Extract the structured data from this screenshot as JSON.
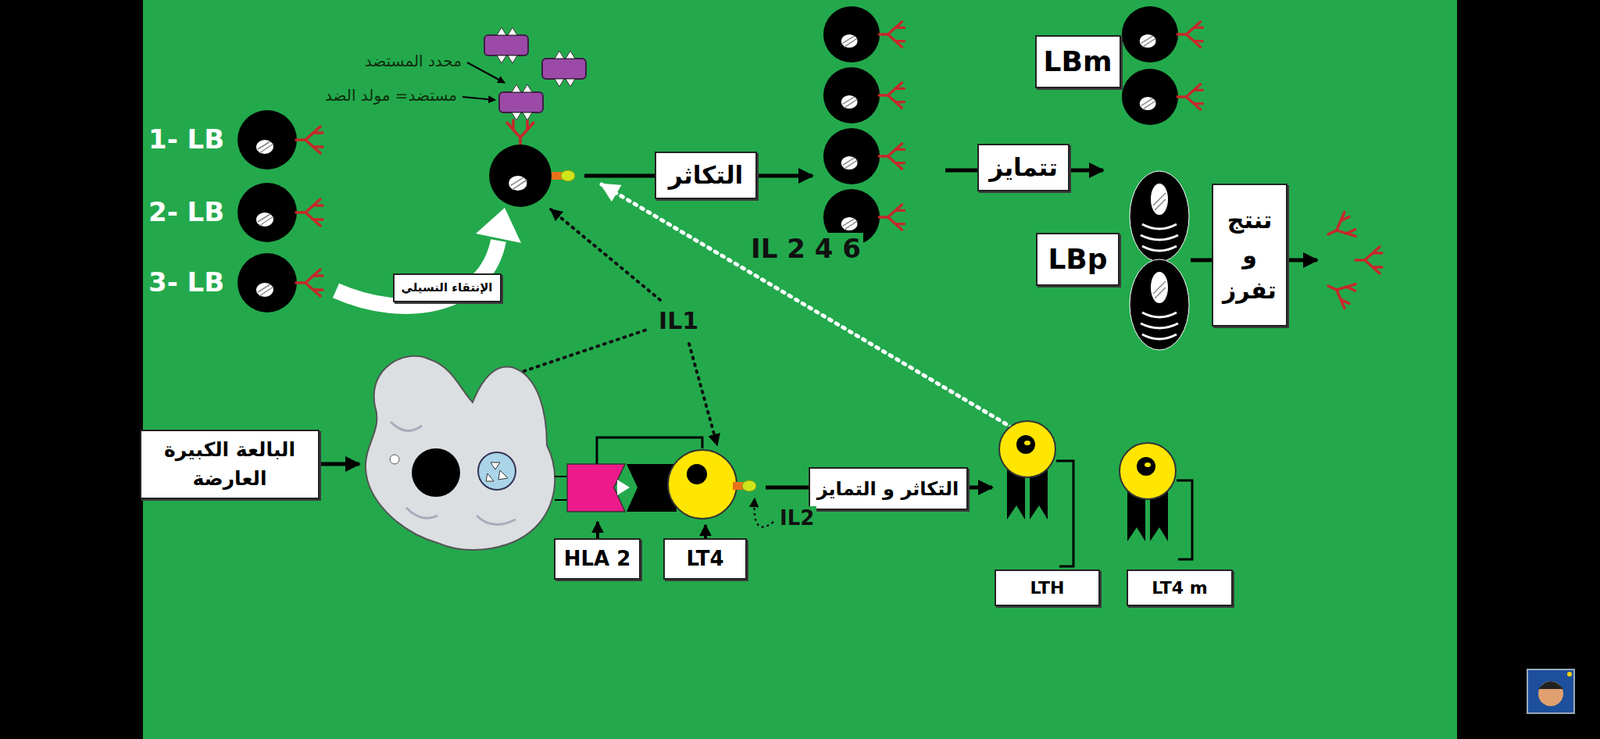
{
  "diagram": {
    "nodes": [
      {
        "text": [
          "الإنتقاء النسيلي"
        ]
      },
      {
        "text": [
          "التكاثر"
        ]
      },
      {
        "text": [
          "تتمايز"
        ]
      },
      {
        "text": [
          "LBm"
        ]
      },
      {
        "text": [
          "LBp"
        ]
      },
      {
        "text": [
          "تنتج و تفرز"
        ]
      },
      {
        "text": [
          "البالعة الكبيرة العارضة"
        ]
      },
      {
        "text": [
          "HLA 2"
        ]
      },
      {
        "text": [
          "LT4"
        ]
      },
      {
        "text": [
          "التكاثر و التمايز"
        ]
      },
      {
        "text": [
          "LTH"
        ]
      },
      {
        "text": [
          "LT4 m"
        ]
      }
    ],
    "labels": [
      "1- LB",
      "2- LB",
      "3- LB",
      "محدد المستضد",
      "مستضد= مولد الضد",
      "IL1",
      "IL 2 4 6",
      "IL2"
    ]
  }
}
